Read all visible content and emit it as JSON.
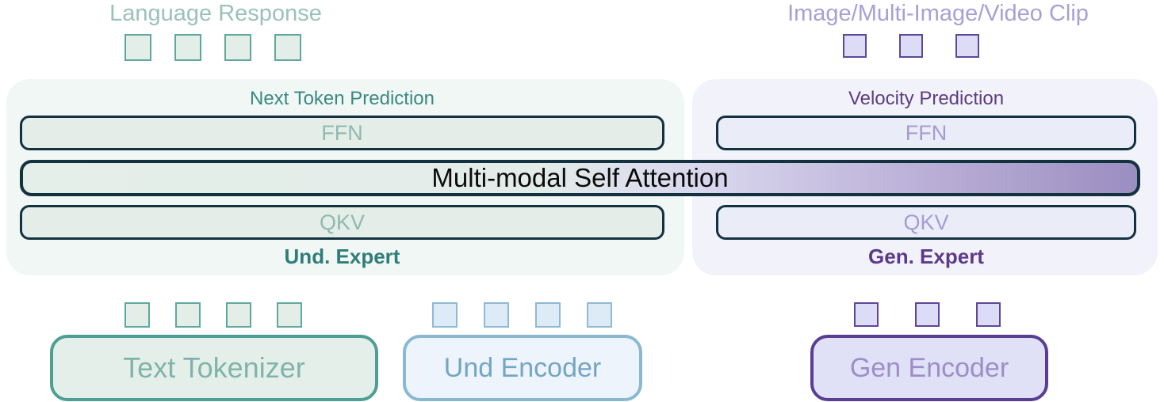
{
  "labels": {
    "language_response": "Language Response",
    "image_clip": "Image/Multi-Image/Video Clip"
  },
  "und_panel": {
    "title": "Next Token Prediction",
    "ffn": "FFN",
    "qkv": "QKV",
    "expert": "Und. Expert"
  },
  "gen_panel": {
    "title": "Velocity Prediction",
    "ffn": "FFN",
    "qkv": "QKV",
    "expert": "Gen. Expert"
  },
  "attention": {
    "label": "Multi-modal Self Attention"
  },
  "encoders": {
    "text_tokenizer": "Text Tokenizer",
    "und_encoder": "Und Encoder",
    "gen_encoder": "Gen Encoder"
  },
  "tokens": {
    "language_response_tokens": {
      "count": 4,
      "style": "green"
    },
    "image_clip_tokens": {
      "count": 3,
      "style": "purple"
    },
    "text_input_tokens": {
      "count": 4,
      "style": "green"
    },
    "und_input_tokens": {
      "count": 4,
      "style": "blue"
    },
    "gen_input_tokens": {
      "count": 3,
      "style": "purple"
    }
  },
  "colors": {
    "und_accent": "#2e7d7a",
    "und_fill": "#e4ede8",
    "und_panel_bg": "#f1f7f4",
    "gen_accent": "#5d3a87",
    "gen_fill": "#eaecf8",
    "gen_panel_bg": "#f1f2fa",
    "box_border": "#14313f",
    "attention_gradient_start": "#e5efe9",
    "attention_gradient_end": "#9b8ec1"
  }
}
